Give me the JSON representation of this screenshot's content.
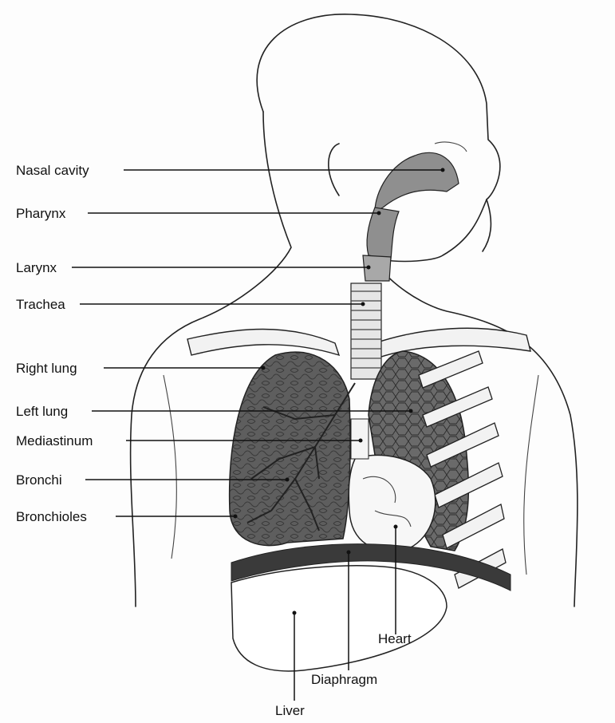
{
  "labels": {
    "nasal_cavity": "Nasal cavity",
    "pharynx": "Pharynx",
    "larynx": "Larynx",
    "trachea": "Trachea",
    "right_lung": "Right lung",
    "left_lung": "Left lung",
    "mediastinum": "Mediastinum",
    "bronchi": "Bronchi",
    "bronchioles": "Bronchioles",
    "heart": "Heart",
    "diaphragm": "Diaphragm",
    "liver": "Liver"
  },
  "colors": {
    "airway": "#8f8f8f",
    "lung": "#5e5e5e",
    "lung_dark": "#3c3c3c",
    "diaphragm": "#3a3a3a",
    "bone": "#f2f2f2",
    "line": "#222222"
  }
}
